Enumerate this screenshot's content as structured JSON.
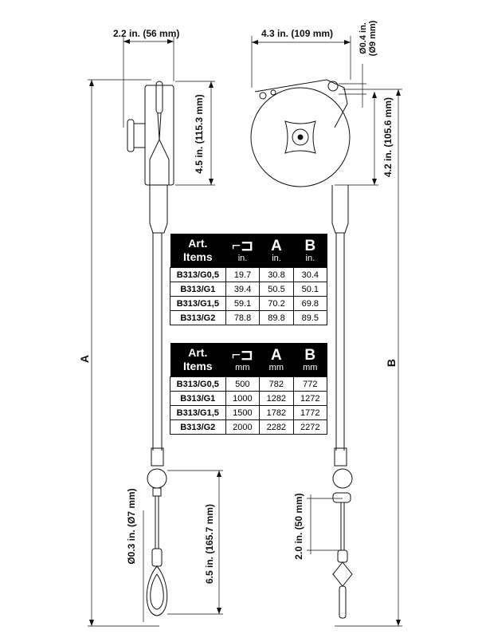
{
  "dimensions": {
    "width_side": "2.2 in. (56 mm)",
    "width_front": "4.3 in. (109 mm)",
    "hole_diameter": "Ø0.4 in. (Ø9 mm)",
    "height_side": "4.5 in. (115.3 mm)",
    "height_front": "4.2 in. (105.6 mm)",
    "cable_diameter": "Ø0.3 in. (Ø7 mm)",
    "hook_length": "6.5 in. (165.7 mm)",
    "stopper_length": "2.0 in. (50 mm)",
    "label_a": "A",
    "label_b": "B"
  },
  "tables": [
    {
      "header": {
        "art": "Art.",
        "items": "Items",
        "cable_icon": "cable-reel-icon",
        "a": "A",
        "b": "B",
        "unit": "in."
      },
      "rows": [
        [
          "B313/G0,5",
          "19.7",
          "30.8",
          "30.4"
        ],
        [
          "B313/G1",
          "39.4",
          "50.5",
          "50.1"
        ],
        [
          "B313/G1,5",
          "59.1",
          "70.2",
          "69.8"
        ],
        [
          "B313/G2",
          "78.8",
          "89.8",
          "89.5"
        ]
      ]
    },
    {
      "header": {
        "art": "Art.",
        "items": "Items",
        "cable_icon": "cable-reel-icon",
        "a": "A",
        "b": "B",
        "unit": "mm"
      },
      "rows": [
        [
          "B313/G0,5",
          "500",
          "782",
          "772"
        ],
        [
          "B313/G1",
          "1000",
          "1282",
          "1272"
        ],
        [
          "B313/G1,5",
          "1500",
          "1782",
          "1772"
        ],
        [
          "B313/G2",
          "2000",
          "2282",
          "2272"
        ]
      ]
    }
  ]
}
